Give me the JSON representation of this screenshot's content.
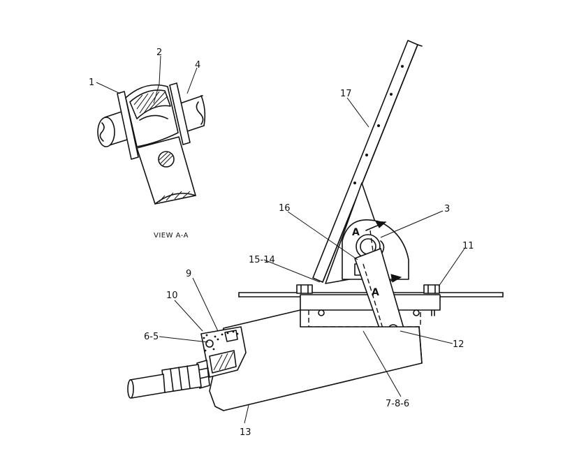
{
  "view_label": "VIEW A-A",
  "section_marks": {
    "top": "A",
    "bottom": "A"
  },
  "callouts": {
    "c1": "1",
    "c2": "2",
    "c4": "4",
    "c17": "17",
    "c16": "16",
    "c3": "3",
    "c11": "11",
    "c15_14": "15-14",
    "c9": "9",
    "c10": "10",
    "c6_5": "6-5",
    "c12": "12",
    "c7_8_6": "7-8-6",
    "c13": "13"
  }
}
